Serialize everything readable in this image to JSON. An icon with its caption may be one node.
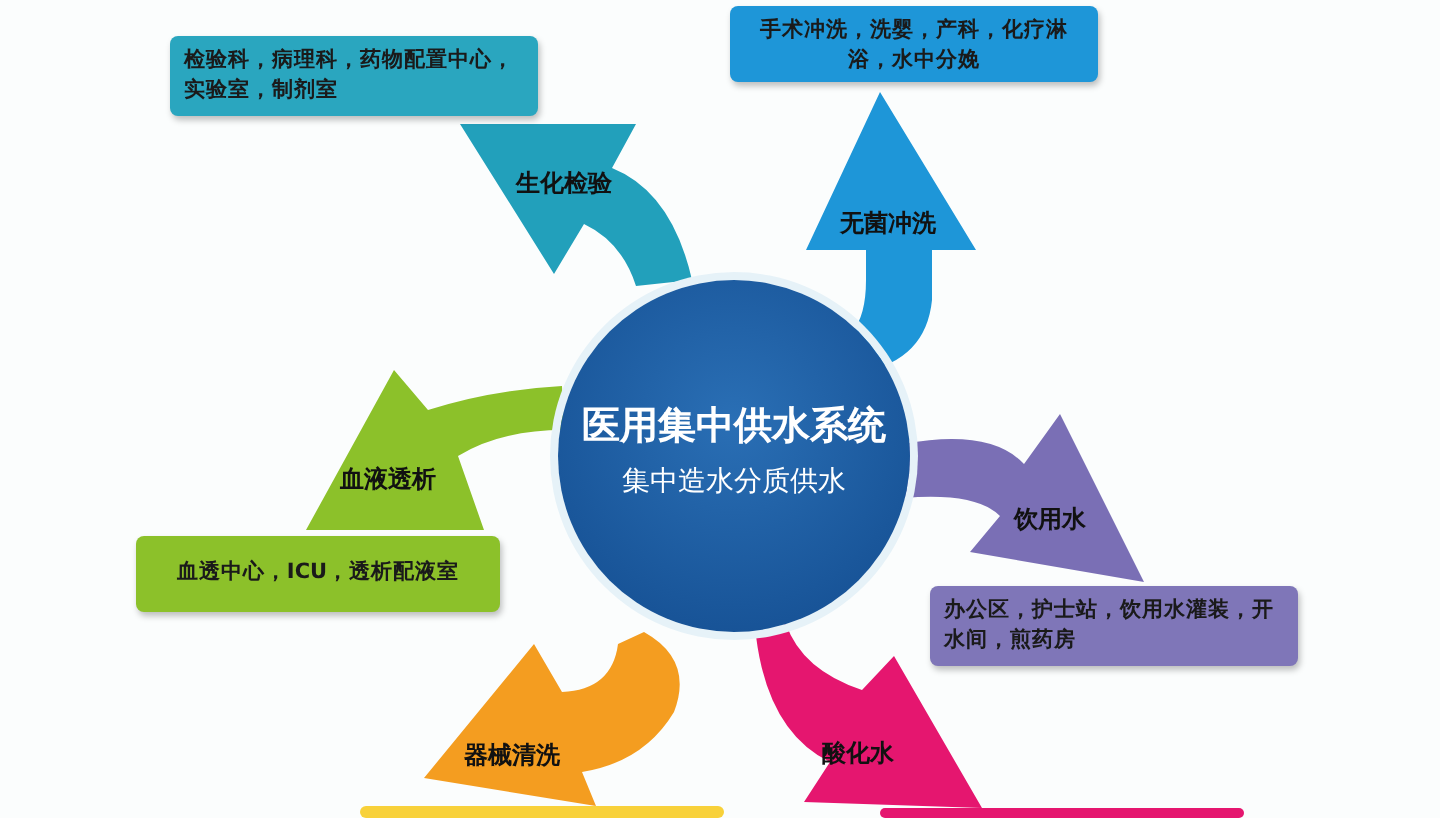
{
  "diagram": {
    "nodes": [
      {
        "text": [
          "医用集中供水系统",
          "集中造水分质供水"
        ]
      },
      {
        "text": [
          "检验科，病理科，药物配置中心，实验室，制剂室"
        ]
      },
      {
        "text": [
          "手术冲洗，洗婴，产科，化疗淋浴，水中分娩"
        ]
      },
      {
        "text": [
          "血透中心，ICU，透析配液室"
        ]
      },
      {
        "text": [
          "办公区，护士站，饮用水灌装，开水间，煎药房"
        ]
      },
      {
        "text": [],
        "shape": "box"
      },
      {
        "text": [],
        "shape": "box"
      }
    ],
    "edges": [
      {
        "from": 0,
        "to": 1,
        "arrow": "to",
        "label": "生化检验",
        "color": "#22a0bb"
      },
      {
        "from": 0,
        "to": 2,
        "arrow": "to",
        "label": "无菌冲洗",
        "color": "#1e96d8"
      },
      {
        "from": 0,
        "to": 3,
        "arrow": "to",
        "label": "血液透析",
        "color": "#8cc12a"
      },
      {
        "from": 0,
        "to": 4,
        "arrow": "to",
        "label": "饮用水",
        "color": "#7a6fb5"
      },
      {
        "from": 0,
        "to": 5,
        "arrow": "to",
        "label": "器械清洗",
        "color": "#f49d20"
      },
      {
        "from": 0,
        "to": 6,
        "arrow": "to",
        "label": "酸化水",
        "color": "#e5166f"
      }
    ]
  }
}
